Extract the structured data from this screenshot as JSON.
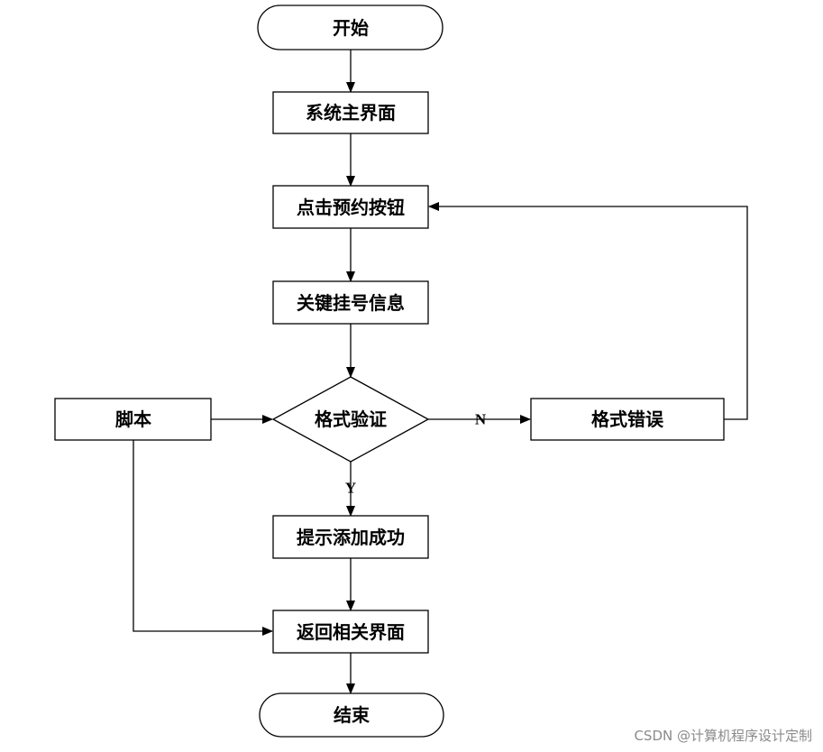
{
  "nodes": {
    "start": "开始",
    "main_ui": "系统主界面",
    "click_reserve": "点击预约按钮",
    "key_info": "关键挂号信息",
    "format_check": "格式验证",
    "format_error": "格式错误",
    "script": "脚本",
    "add_success": "提示添加成功",
    "return_ui": "返回相关界面",
    "end": "结束"
  },
  "edge_labels": {
    "no": "N",
    "yes": "Y"
  },
  "watermark": "CSDN @计算机程序设计定制"
}
